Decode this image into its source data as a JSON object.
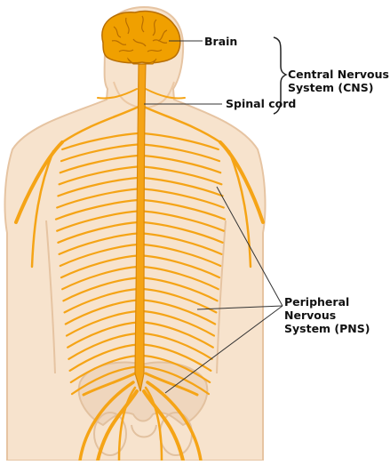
{
  "labels": {
    "brain": "Brain",
    "spinal_cord": "Spinal cord",
    "cns_line1": "Central Nervous",
    "cns_line2": "System (CNS)",
    "pns_line1": "Peripheral",
    "pns_line2": "Nervous",
    "pns_line3": "System (PNS)"
  },
  "colors": {
    "skin": "#f7e3cd",
    "skin_outline": "#e6c4a2",
    "nerve": "#f5a416",
    "nerve_dark": "#d9880a",
    "brain": "#f0a000",
    "brain_dark": "#b86e00",
    "bone": "#efd6bd",
    "leader": "#333333"
  }
}
